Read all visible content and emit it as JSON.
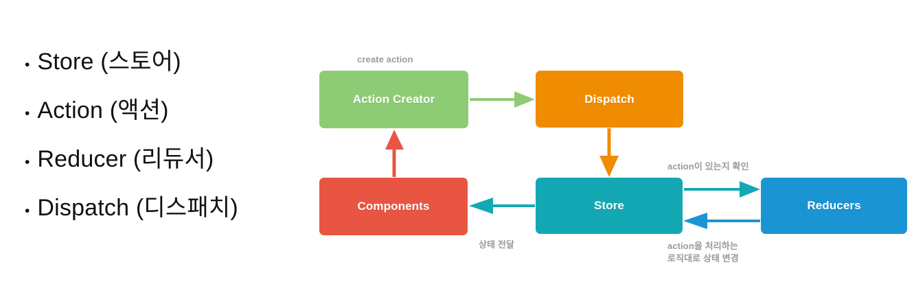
{
  "bullets": [
    {
      "text": "Store (스토어)"
    },
    {
      "text": "Action (액션)"
    },
    {
      "text": "Reducer (리듀서)"
    },
    {
      "text": "Dispatch (디스패치)"
    }
  ],
  "bullet_marker": "•",
  "diagram": {
    "nodes": [
      {
        "id": "action-creator",
        "label": "Action Creator",
        "color": "#8DCC74"
      },
      {
        "id": "dispatch",
        "label": "Dispatch",
        "color": "#F08C00"
      },
      {
        "id": "components",
        "label": "Components",
        "color": "#E85643"
      },
      {
        "id": "store",
        "label": "Store",
        "color": "#14A8B4"
      },
      {
        "id": "reducers",
        "label": "Reducers",
        "color": "#1B94D4"
      }
    ],
    "edge_labels": {
      "create_action": "create action",
      "state_pass": "상태 전달",
      "check_action": "action이 있는지 확인",
      "reduce_logic_line1": "action을 처리하는",
      "reduce_logic_line2": "로직대로 상태 변경"
    },
    "edge_label_color": "#9a9a9a",
    "arrows": [
      {
        "id": "action-creator-to-dispatch",
        "color": "#8DCC74"
      },
      {
        "id": "dispatch-to-store",
        "color": "#F08C00"
      },
      {
        "id": "store-to-components",
        "color": "#14A8B4"
      },
      {
        "id": "components-to-action-creator",
        "color": "#E85643"
      },
      {
        "id": "store-to-reducers",
        "color": "#14A8B4"
      },
      {
        "id": "reducers-to-store",
        "color": "#1B94D4"
      }
    ]
  }
}
